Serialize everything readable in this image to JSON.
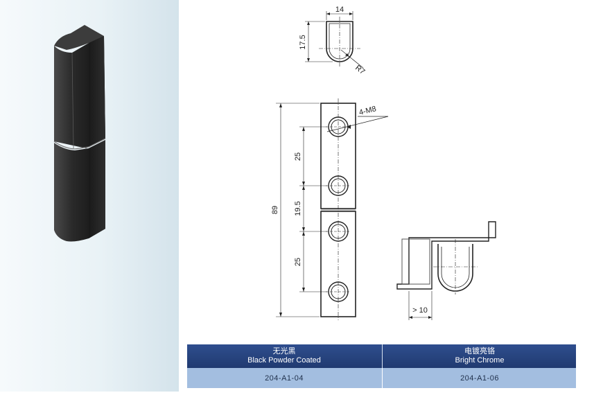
{
  "drawing": {
    "top_view": {
      "width_label": "14",
      "height_label": "17.5",
      "radius_label": "R7"
    },
    "front_view": {
      "thread_label": "4-M8",
      "total_height_label": "89",
      "upper_spacing_label": "25",
      "middle_spacing_label": "19.5",
      "lower_spacing_label": "25"
    },
    "side_view": {
      "clearance_label": "> 10"
    }
  },
  "spec_table": {
    "columns": [
      {
        "name_cn": "无光黑",
        "name_en": "Black Powder Coated",
        "code": "204-A1-04"
      },
      {
        "name_cn": "电镀亮铬",
        "name_en": "Bright Chrome",
        "code": "204-A1-06"
      }
    ]
  },
  "colors": {
    "header_bg": "#203a70",
    "row_bg": "#a3bee0",
    "product_body": "#2b2b2b"
  }
}
